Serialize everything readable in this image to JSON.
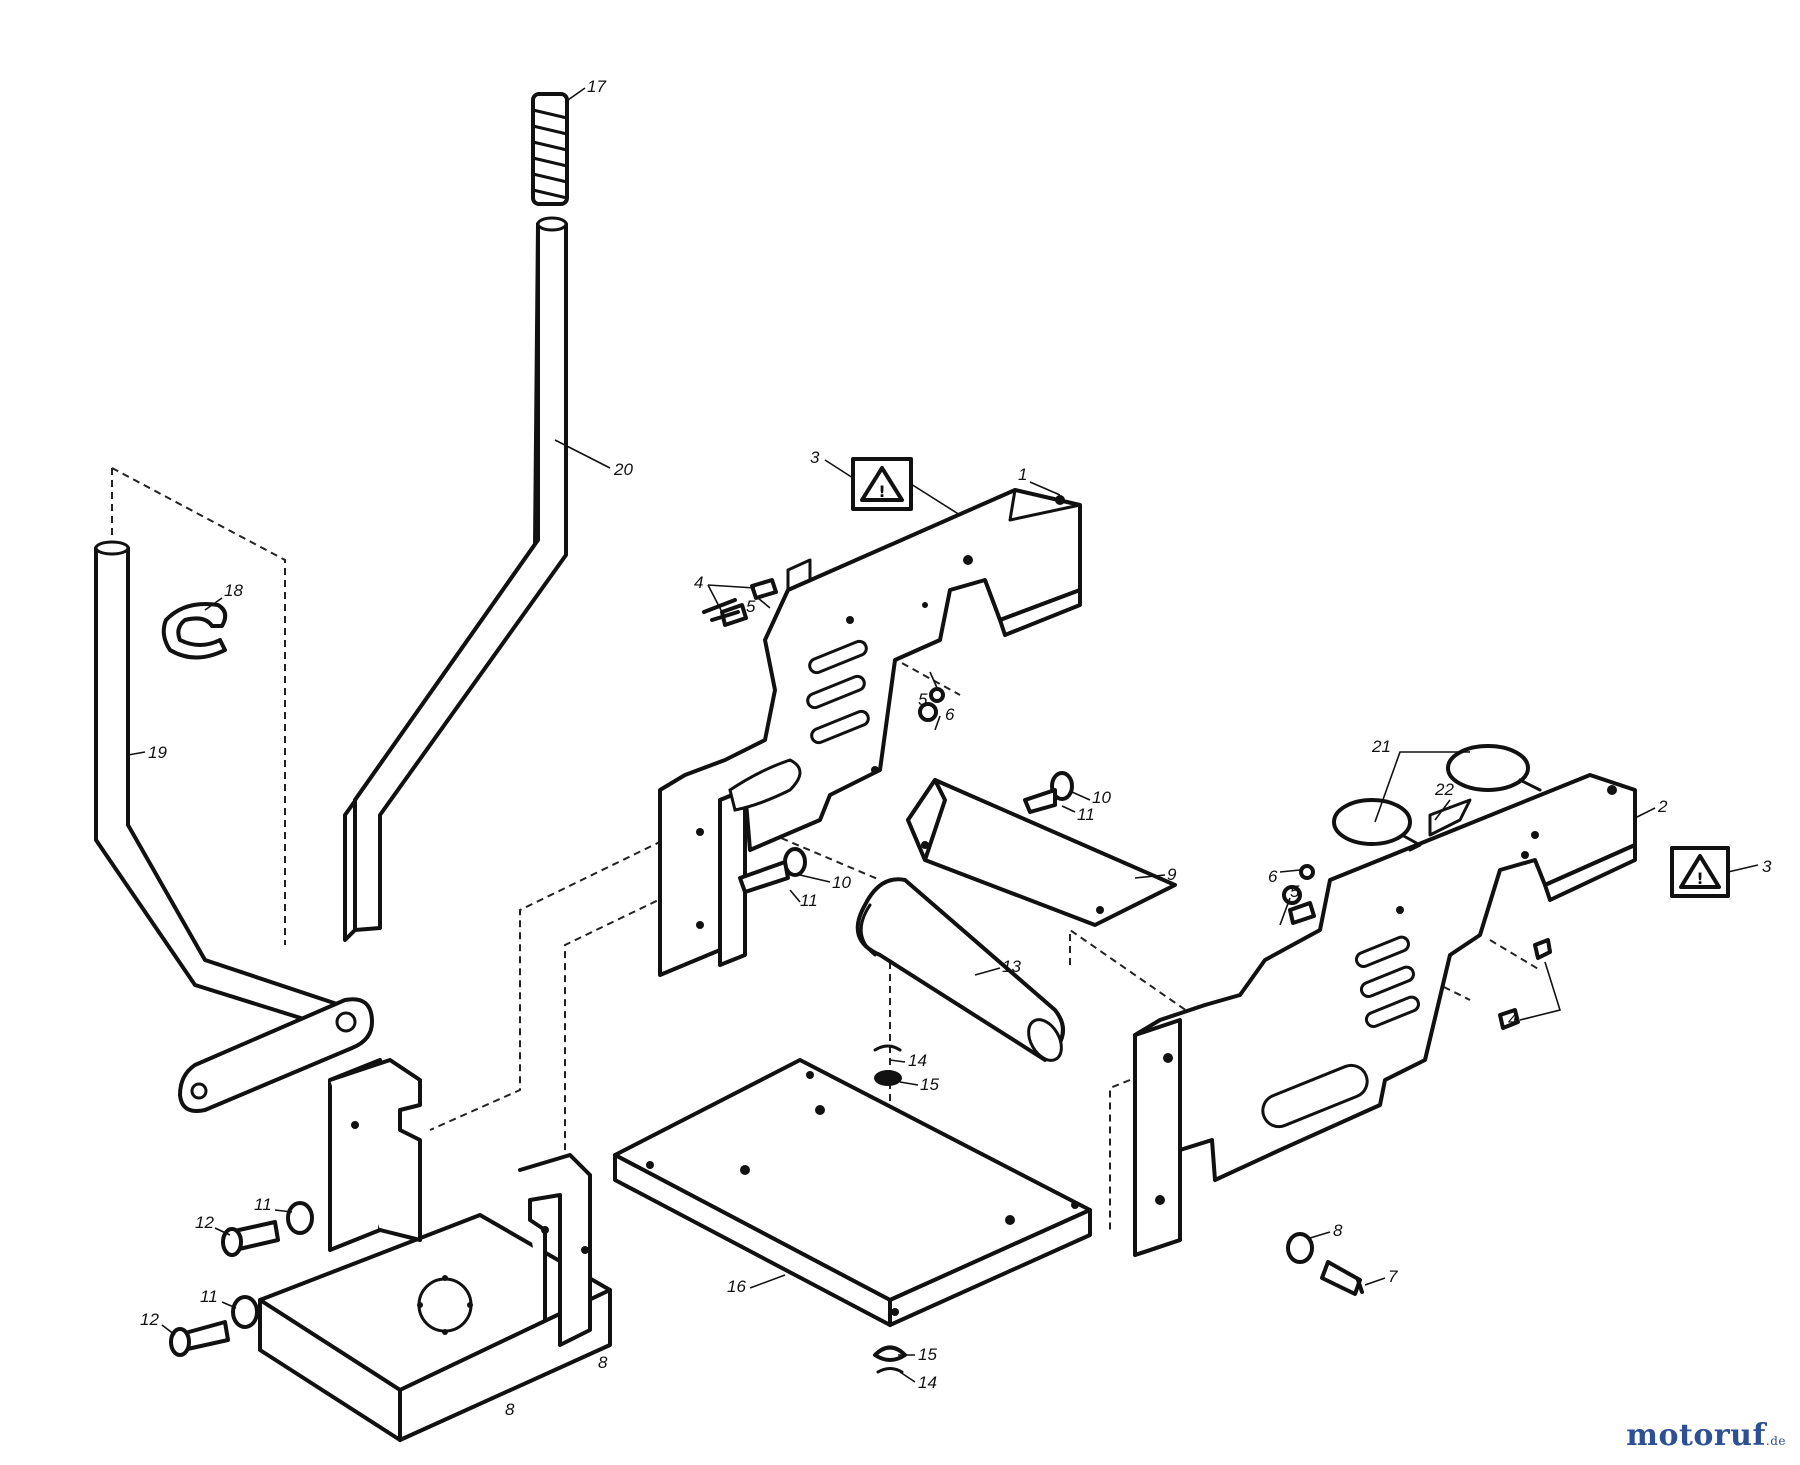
{
  "watermark": {
    "text": "motoruf",
    "suffix": ".de"
  },
  "warning_symbol": "!",
  "callouts": [
    {
      "id": "c17",
      "label": "17"
    },
    {
      "id": "c20",
      "label": "20"
    },
    {
      "id": "c18",
      "label": "18"
    },
    {
      "id": "c19",
      "label": "19"
    },
    {
      "id": "c3a",
      "label": "3"
    },
    {
      "id": "c1",
      "label": "1"
    },
    {
      "id": "c4a",
      "label": "4"
    },
    {
      "id": "c5a",
      "label": "5"
    },
    {
      "id": "c5b",
      "label": "5"
    },
    {
      "id": "c6a",
      "label": "6"
    },
    {
      "id": "c10a",
      "label": "10"
    },
    {
      "id": "c11a",
      "label": "11"
    },
    {
      "id": "c10b",
      "label": "10"
    },
    {
      "id": "c11b",
      "label": "11"
    },
    {
      "id": "c9",
      "label": "9"
    },
    {
      "id": "c21",
      "label": "21"
    },
    {
      "id": "c22",
      "label": "22"
    },
    {
      "id": "c2",
      "label": "2"
    },
    {
      "id": "c3b",
      "label": "3"
    },
    {
      "id": "c6b",
      "label": "6"
    },
    {
      "id": "c5c",
      "label": "5"
    },
    {
      "id": "c4b",
      "label": "4"
    },
    {
      "id": "c13",
      "label": "13"
    },
    {
      "id": "c14a",
      "label": "14"
    },
    {
      "id": "c15a",
      "label": "15"
    },
    {
      "id": "c8",
      "label": "8"
    },
    {
      "id": "c7",
      "label": "7"
    },
    {
      "id": "c11c",
      "label": "11"
    },
    {
      "id": "c12a",
      "label": "12"
    },
    {
      "id": "c11d",
      "label": "11"
    },
    {
      "id": "c12b",
      "label": "12"
    },
    {
      "id": "c16",
      "label": "16"
    },
    {
      "id": "c15b",
      "label": "15"
    },
    {
      "id": "c14b",
      "label": "14"
    },
    {
      "id": "c8b",
      "label": "8"
    },
    {
      "id": "c8c",
      "label": "8"
    }
  ],
  "colors": {
    "line": "#111111",
    "watermark_blue": "#2d4f93",
    "watermark_red": "#c8392b"
  }
}
